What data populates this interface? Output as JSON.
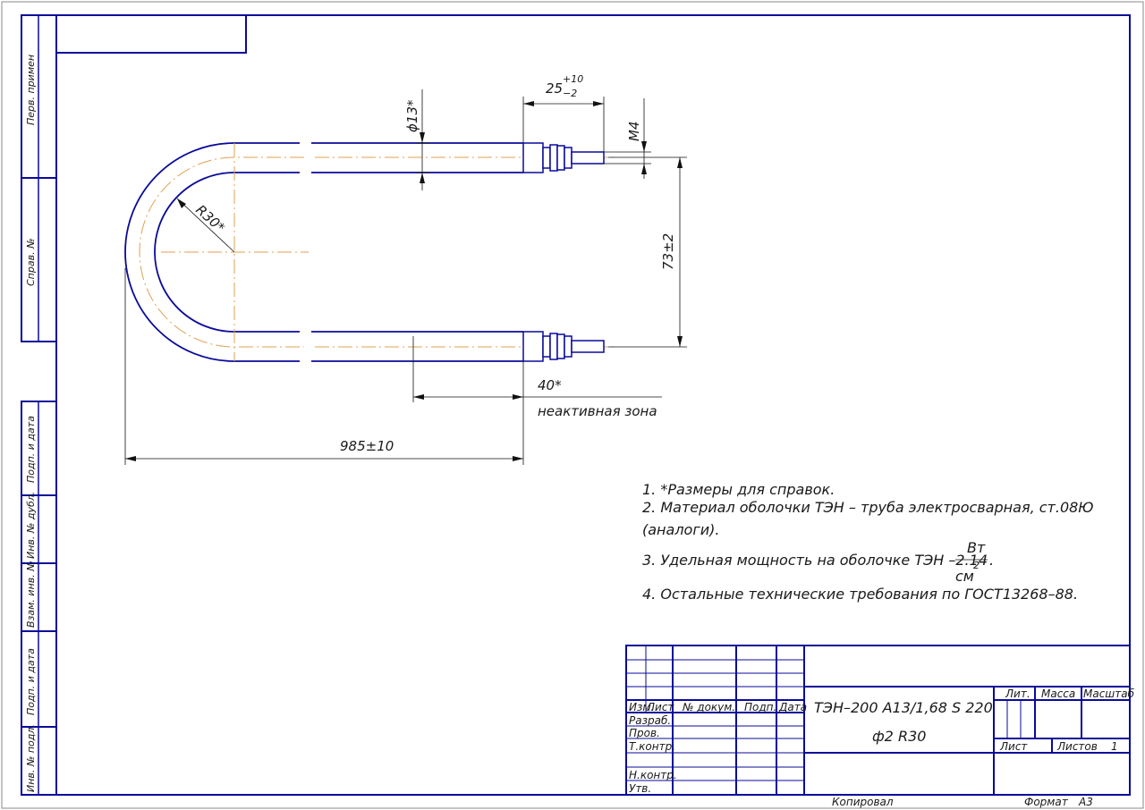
{
  "colors": {
    "frame": "#0a0a9a",
    "axis": "#e0a050",
    "dim": "#111111",
    "text": "#1a1a1a"
  },
  "side_stamps": {
    "perv_primen": "Перв. примен",
    "sprav_no": "Справ. №",
    "podp_data_top": "Подп. и дата",
    "inv_dubl": "Инв. № дубл.",
    "vzam_inv": "Взам. инв. №",
    "podp_data_bottom": "Подп. и дата",
    "inv_podl": "Инв. № подл."
  },
  "dimensions": {
    "diameter": "ϕ13*",
    "thread_len_base": "25",
    "thread_len_upper": "+10",
    "thread_len_lower": "−2",
    "thread": "M4",
    "radius": "R30*",
    "spacing": "73±2",
    "inactive_len": "40*",
    "inactive_label": "неактивная зона",
    "total_len": "985±10"
  },
  "notes": {
    "n1": "1.  *Размеры для справок.",
    "n2a": "2.  Материал оболочки ТЭН – труба электросварная, ст.08Ю",
    "n2b": "(аналоги).",
    "n3_text": "3.  Удельная мощность на оболочке ТЭН –2.14",
    "n3_num": "Вт",
    "n3_den": "см",
    "n3_exp": "2",
    "n3_end": ".",
    "n4": "4.  Остальные технические требования по ГОСТ13268–88."
  },
  "title_block": {
    "col_izm": "Изм.",
    "col_list": "Лист",
    "col_dokum": "№ докум.",
    "col_podp": "Подп.",
    "col_data": "Дата",
    "row_razrab": "Разраб.",
    "row_prov": "Пров.",
    "row_tkontr": "Т.контр.",
    "row_nkontr": "Н.контр.",
    "row_utv": "Утв.",
    "designation_line1": "ТЭН–200 А13/1,68 S 220",
    "designation_line2": "ф2 R30",
    "lit": "Лит.",
    "massa": "Масса",
    "masshtab": "Масштаб",
    "list": "Лист",
    "listov": "Листов",
    "listov_value": "1",
    "kopiroval": "Копировал",
    "format_label": "Формат",
    "format_value": "А3"
  }
}
